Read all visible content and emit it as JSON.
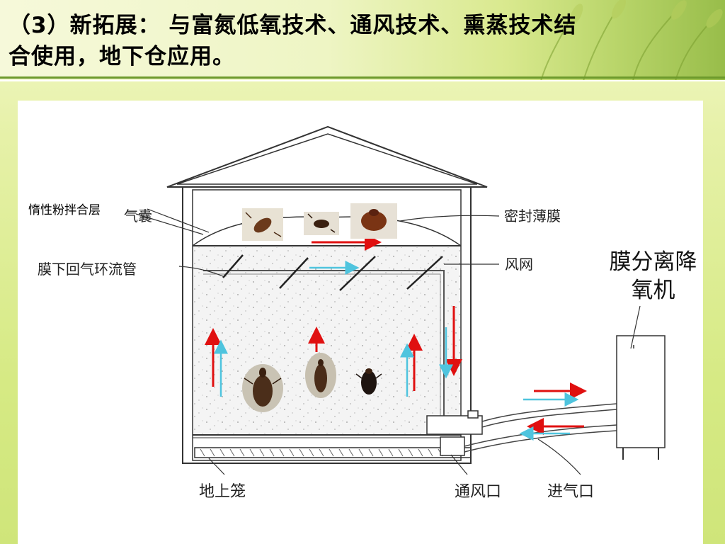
{
  "slide": {
    "title_line1": "（3）新拓展：  与富氮低氧技术、通风技术、熏蒸技术结",
    "title_line2": "合使用，地下仓应用。"
  },
  "diagram": {
    "labels": {
      "inert_powder_layer": "惰性粉拌合层",
      "air_bag": "气囊",
      "sealing_film": "密封薄膜",
      "under_film_return_pipe": "膜下回气环流管",
      "air_net": "风网",
      "membrane_machine_line1": "膜分离降",
      "membrane_machine_line2": "氧机",
      "ground_cage": "地上笼",
      "vent": "通风口",
      "air_inlet": "进气口"
    },
    "colors": {
      "red_arrow": "#e01010",
      "cyan_flow": "#4fc4de",
      "line": "#333333",
      "grain": "#f2f2f2"
    }
  }
}
